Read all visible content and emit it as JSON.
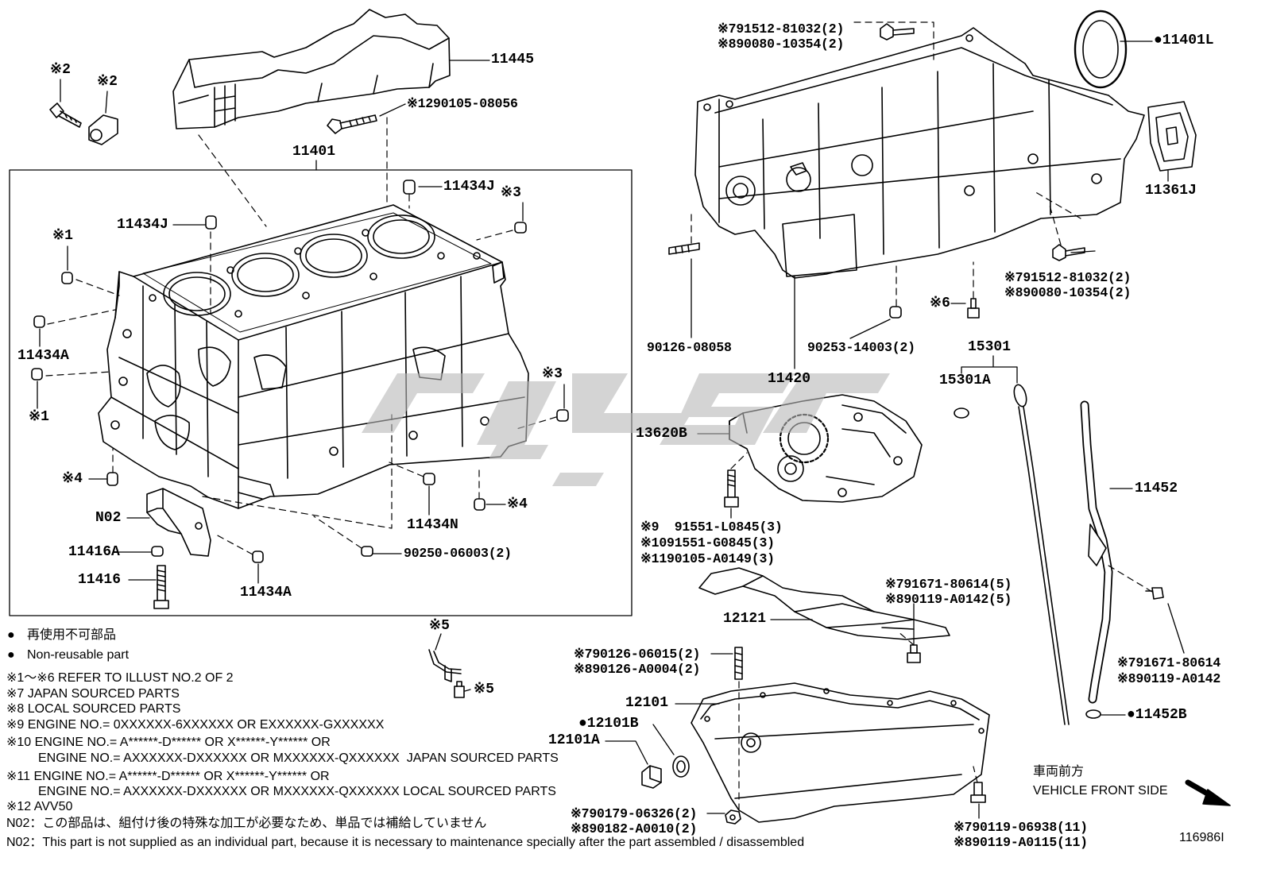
{
  "illustration_id": "116986I",
  "callouts": {
    "note_2_bolt": "※2",
    "note_2_nut": "※2",
    "timing_cover_insulator": "11445",
    "bolt_12": "※1290105-08056",
    "cylinder_block": "11401",
    "pin_11434J_top": "11434J",
    "note_3_top": "※3",
    "pin_11434J_left": "11434J",
    "note_1_top": "※1",
    "pin_11434A_left": "11434A",
    "note_1_bottom": "※1",
    "note_3_right": "※3",
    "note_4_left": "※4",
    "bearing_cap": "N02",
    "note_4_right": "※4",
    "pin_11434N": "11434N",
    "washer_11416A": "11416A",
    "pin_90250": "90250-06003(2)",
    "bolt_11416": "11416",
    "pin_11434A_bottom": "11434A",
    "note_5_clip": "※5",
    "note_5_bolt": "※5",
    "crankcase_bolt_jp_top": "※791512-81032(2)",
    "crankcase_bolt_local_top": "※890080-10354(2)",
    "oil_seal": "●11401L",
    "gasket_11361J": "11361J",
    "crankcase_bolt_jp_right": "※791512-81032(2)",
    "crankcase_bolt_local_right": "※890080-10354(2)",
    "note_6": "※6",
    "stud_90126": "90126-08058",
    "pin_90253": "90253-14003(2)",
    "dipstick": "15301",
    "crankcase": "11420",
    "o_ring_15301A": "15301A",
    "oil_pump": "13620B",
    "dipstick_guide": "11452",
    "pump_bolt_9": "※9  91551-L0845(3)",
    "pump_bolt_10": "※1091551-G0845(3)",
    "pump_bolt_11": "※1190105-A0149(3)",
    "baffle_bolt_jp": "※791671-80614(5)",
    "baffle_bolt_local": "※890119-A0142(5)",
    "baffle_plate": "12121",
    "stud_jp": "※790126-06015(2)",
    "stud_local": "※890126-A0004(2)",
    "guide_bolt_jp": "※791671-80614",
    "guide_bolt_local": "※890119-A0142",
    "oil_pan": "12101",
    "drain_gasket": "●12101B",
    "guide_o_ring": "●11452B",
    "drain_plug": "12101A",
    "nut_jp": "※790179-06326(2)",
    "nut_local": "※890182-A0010(2)",
    "pan_bolt_jp": "※790119-06938(11)",
    "pan_bolt_local": "※890119-A0115(11)"
  },
  "legend": {
    "marker": "●",
    "nonreusable_jp": "再使用不可部品",
    "nonreusable_en": "Non-reusable part",
    "notes": [
      "※1〜※6 REFER TO ILLUST NO.2 OF 2",
      "※7 JAPAN SOURCED PARTS",
      "※8 LOCAL SOURCED PARTS",
      "※9 ENGINE NO.= 0XXXXXX-6XXXXXX OR EXXXXXX-GXXXXXX",
      "※10 ENGINE NO.= A******-D****** OR X******-Y****** OR",
      "ENGINE NO.= AXXXXXX-DXXXXXX OR MXXXXXX-QXXXXXX  JAPAN SOURCED PARTS",
      "※11 ENGINE NO.= A******-D****** OR X******-Y****** OR",
      "ENGINE NO.= AXXXXXX-DXXXXXX OR MXXXXXX-QXXXXXX LOCAL SOURCED PARTS",
      "※12 AVV50",
      "N02：この部品は、組付け後の特殊な加工が必要なため、単品では補給していません",
      "N02：This part is not supplied as an individual part, because it is necessary to maintenance specially after the part assembled / disassembled"
    ]
  },
  "front_side": {
    "jp": "車両前方",
    "en": "VEHICLE FRONT SIDE"
  }
}
